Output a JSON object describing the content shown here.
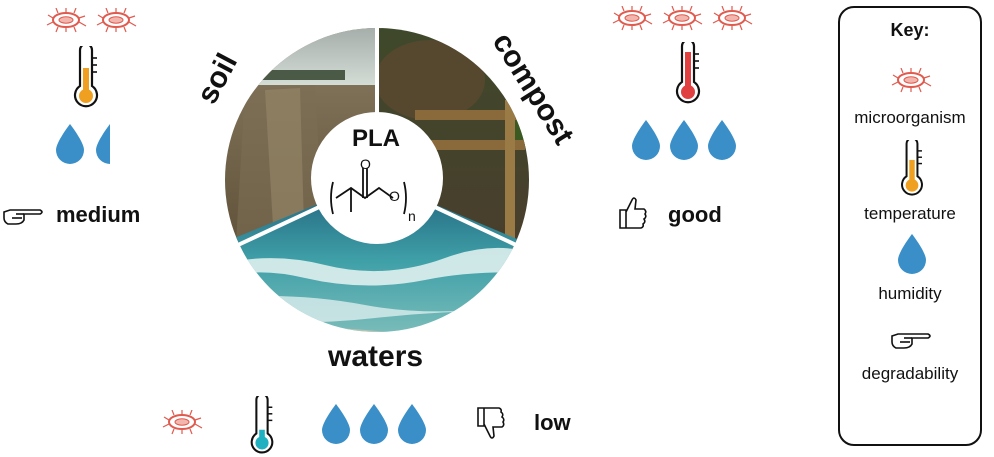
{
  "center": {
    "polymer": "PLA",
    "formula_o1": "O",
    "formula_o2": "O",
    "formula_n": "n"
  },
  "sectors": {
    "soil": "soil",
    "compost": "compost",
    "waters": "waters"
  },
  "ratings": {
    "soil": "medium",
    "compost": "good",
    "waters": "low"
  },
  "levels": {
    "soil": {
      "microorganisms": 2,
      "temperature": "medium",
      "humidity": 1.5
    },
    "compost": {
      "microorganisms": 3,
      "temperature": "high",
      "humidity": 3
    },
    "waters": {
      "microorganisms": 1,
      "temperature": "low",
      "humidity": 3
    }
  },
  "key": {
    "title": "Key:",
    "items": [
      "microorganism",
      "temperature",
      "humidity",
      "degradability"
    ]
  },
  "colors": {
    "microbe": "#e05a4e",
    "thermo_medium": "#f0a020",
    "thermo_high": "#e04040",
    "thermo_low": "#20b0c0",
    "drop": "#3a8fc8"
  }
}
